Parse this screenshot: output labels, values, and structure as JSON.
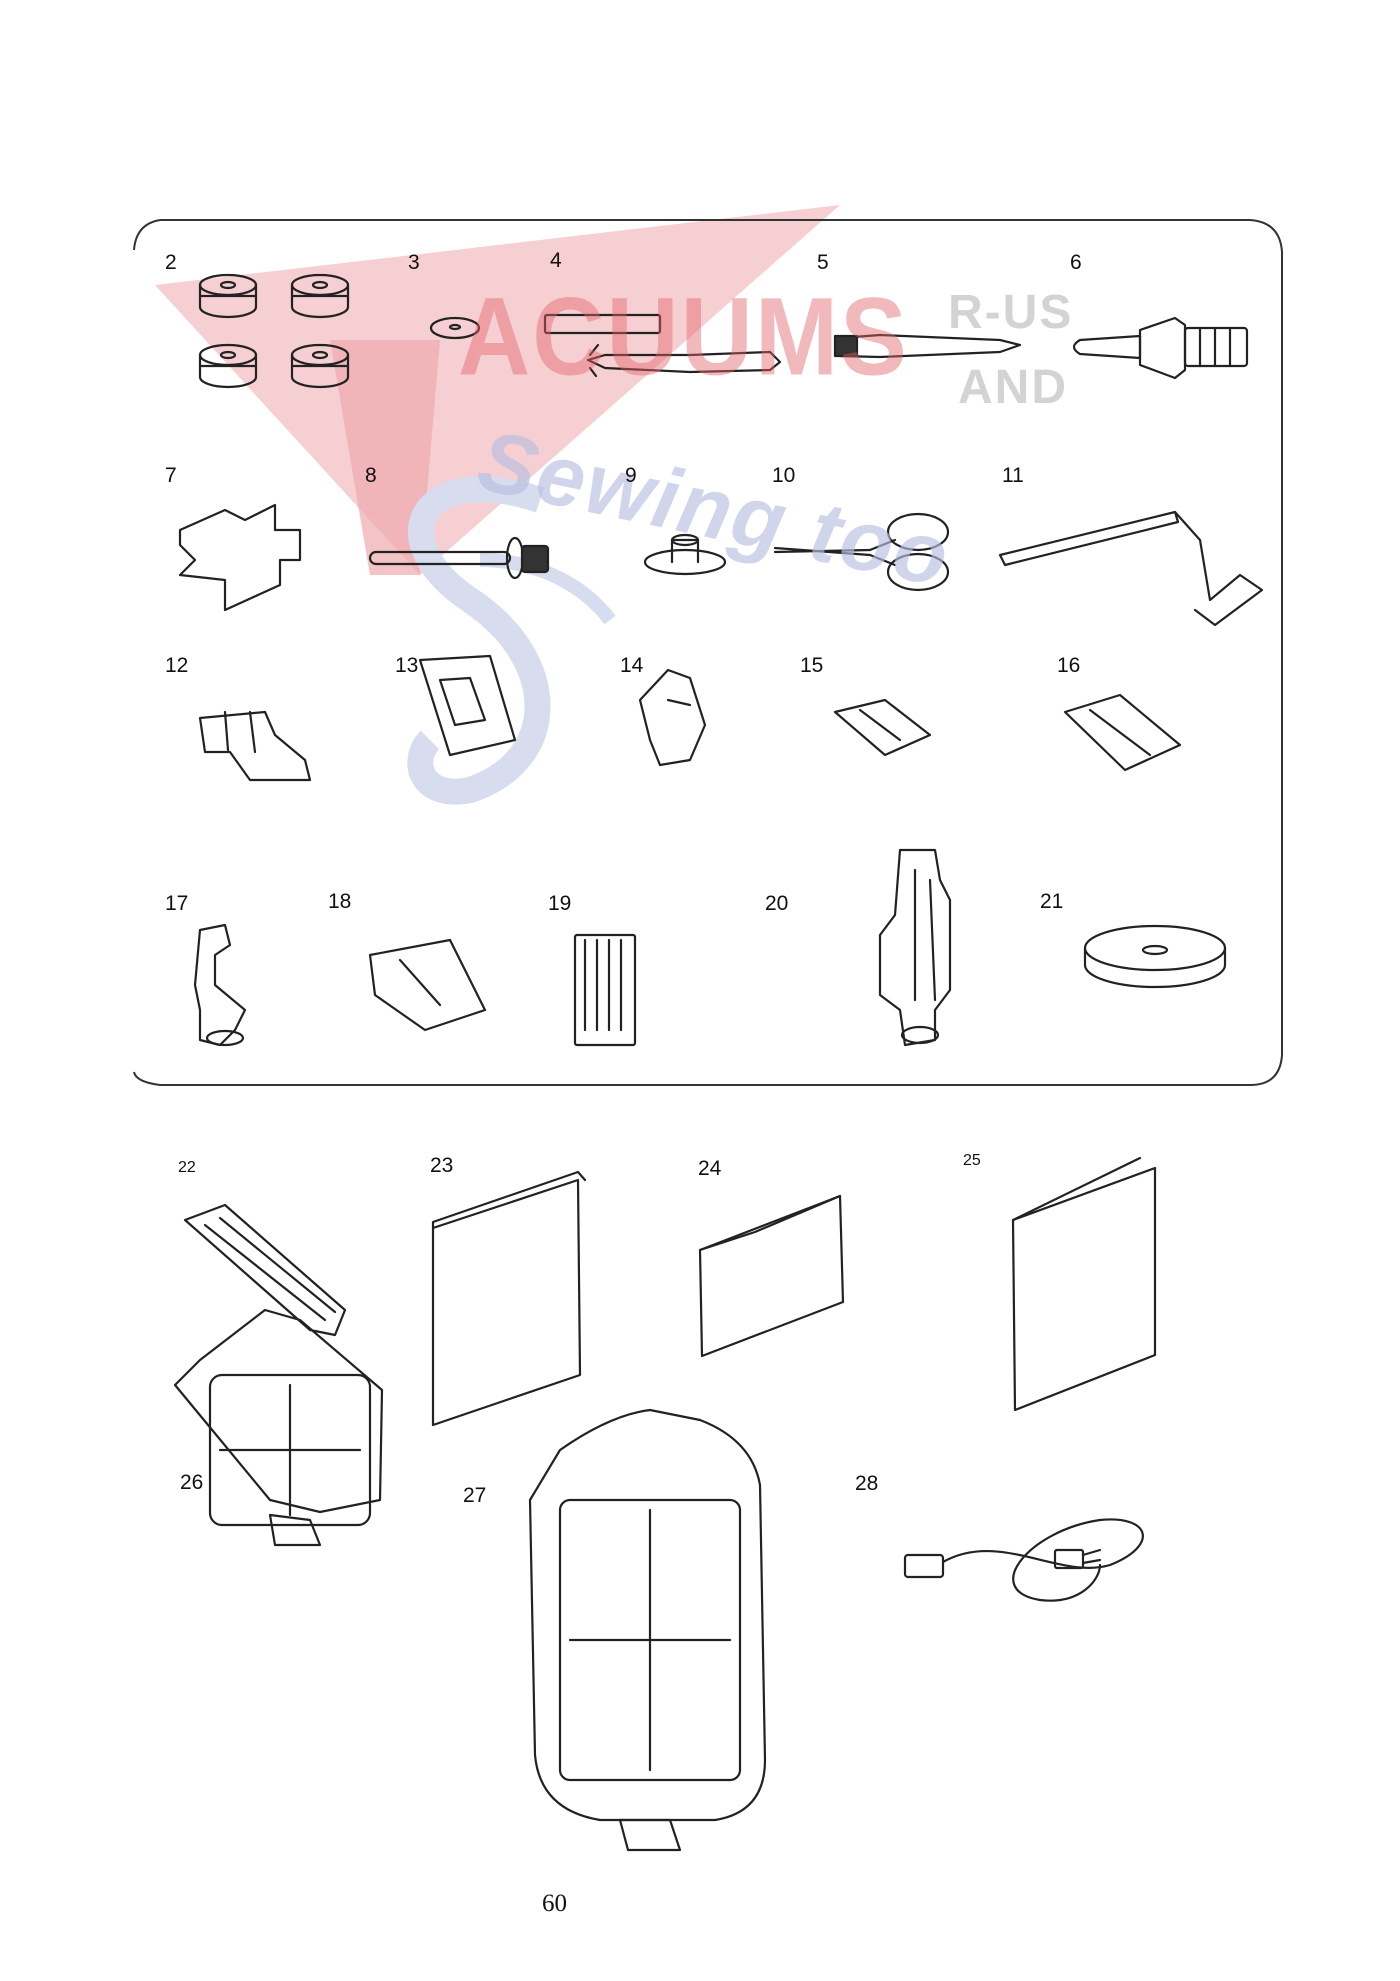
{
  "watermark": {
    "brand_main": "ACUUMS",
    "brand_suffix_1": "R-US",
    "brand_suffix_2": "AND",
    "brand_script": "Sewing too",
    "colors": {
      "red": "#e2636b",
      "blue": "#b7bfe0",
      "grey": "#c8c8c8"
    }
  },
  "accessories": {
    "boxed_labels": [
      "2",
      "3",
      "4",
      "5",
      "6",
      "7",
      "8",
      "9",
      "10",
      "11",
      "12",
      "13",
      "14",
      "15",
      "16",
      "17",
      "18",
      "19",
      "20",
      "21"
    ],
    "other_labels": [
      "22",
      "23",
      "24",
      "25",
      "26",
      "27",
      "28"
    ]
  },
  "page_number": "60"
}
